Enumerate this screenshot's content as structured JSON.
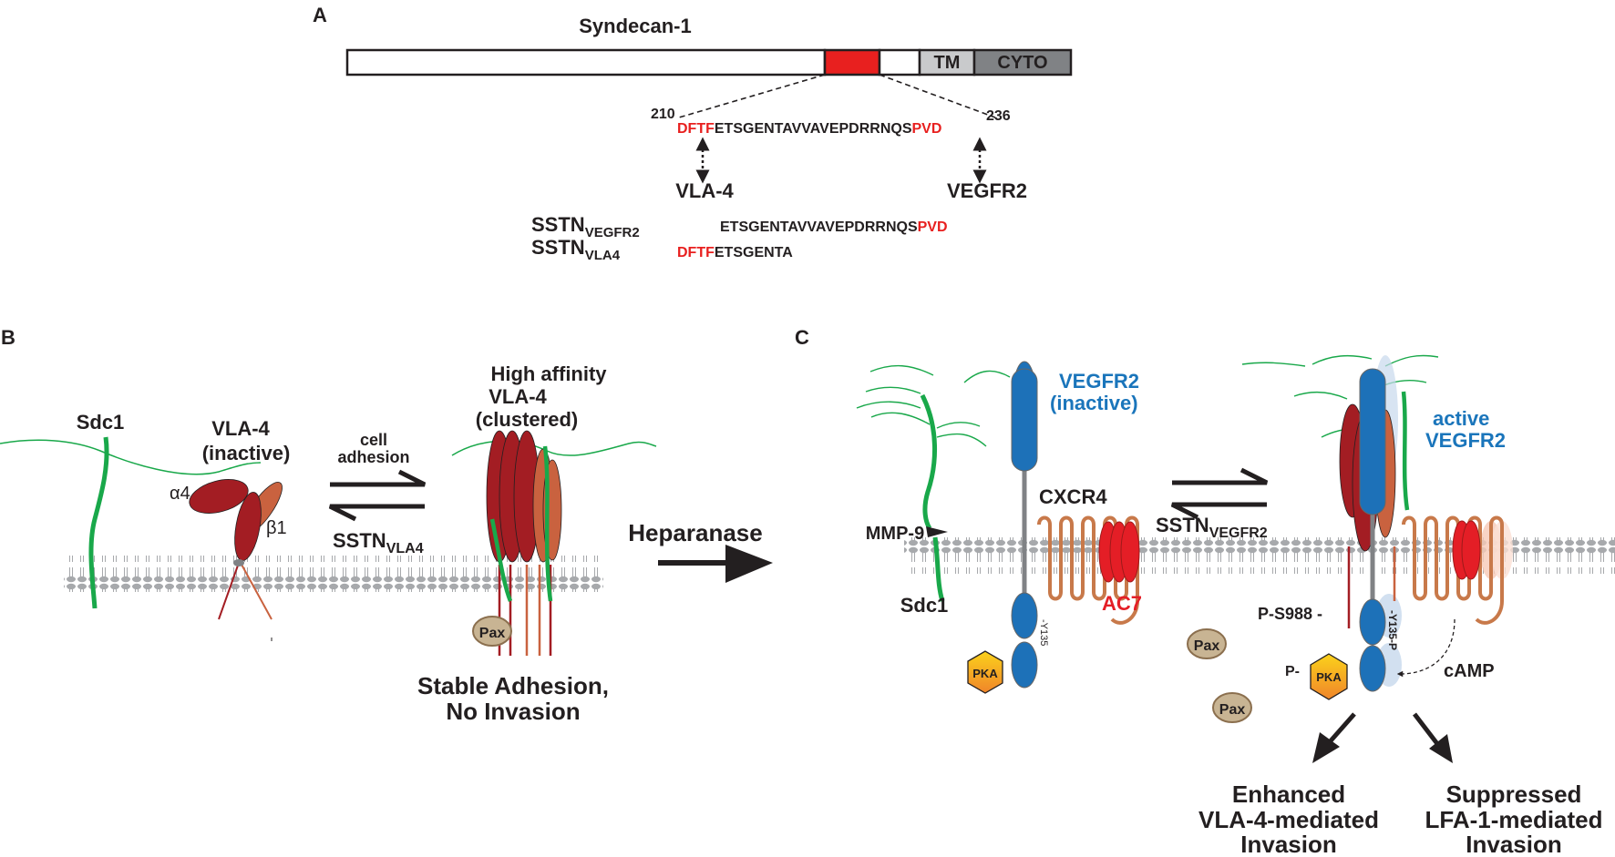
{
  "panel_a": {
    "label": "A",
    "protein_name": "Syndecan-1",
    "tm_label": "TM",
    "cyto_label": "CYTO",
    "start_residue": "210",
    "end_residue": "236",
    "seq_red_start": "DFTF",
    "seq_middle": "ETSGENTAVVAVEPDRRNQS",
    "seq_red_end": "PVD",
    "binder_left": "VLA-4",
    "binder_right": "VEGFR2",
    "peptide1_name": "SSTN",
    "peptide1_sub": "VEGFR2",
    "peptide1_seq": "ETSGENTAVVAVEPDRRNQS",
    "peptide1_seq_red": "PVD",
    "peptide2_name": "SSTN",
    "peptide2_sub": "VLA4",
    "peptide2_seq_red": "DFTF",
    "peptide2_seq": "ETSGENTA"
  },
  "panel_b": {
    "label": "B",
    "sdc1": "Sdc1",
    "vla4_line1": "VLA-4",
    "vla4_line2": "(inactive)",
    "alpha4": "α4",
    "beta1": "β1",
    "arrow_top_line1": "cell",
    "arrow_top_line2": "adhesion",
    "sstn_name": "SSTN",
    "sstn_sub": "VLA4",
    "high_line1": "High affinity",
    "high_line2": "VLA-4",
    "high_line3": "(clustered)",
    "pax": "Pax",
    "outcome_line1": "Stable Adhesion,",
    "outcome_line2": "No Invasion"
  },
  "center": {
    "heparanase": "Heparanase"
  },
  "panel_c": {
    "label": "C",
    "mmp9": "MMP-9",
    "sdc1": "Sdc1",
    "vegfr2_line1": "VEGFR2",
    "vegfr2_line2": "(inactive)",
    "cxcr4": "CXCR4",
    "ac7": "AC7",
    "y135": "-Y135",
    "pka": "PKA",
    "sstn_name": "SSTN",
    "sstn_sub": "VEGFR2",
    "pax": "Pax",
    "active_line1": "active",
    "active_line2": "VEGFR2",
    "ps988": "P-S988 -",
    "y135p": "-Y135-P",
    "p_label": "P-",
    "pka_active": "PKA",
    "camp": "cAMP",
    "out1_line1": "Enhanced",
    "out1_line2": "VLA-4-mediated",
    "out1_line3": "Invasion",
    "out2_line1": "Suppressed",
    "out2_line2": "LFA-1-mediated",
    "out2_line3": "Invasion"
  },
  "colors": {
    "red_text": "#e8201f",
    "blue_text": "#1a75bb",
    "green": "#19a84a",
    "vegfr_blue": "#1d71b8",
    "integrin_dark": "#a31d23",
    "integrin_light": "#c9623f",
    "gpcr_orange": "#c8794a",
    "ac7_red": "#e41e26",
    "pax_fill": "#c8b493",
    "pka_gold": "#f5b324"
  }
}
